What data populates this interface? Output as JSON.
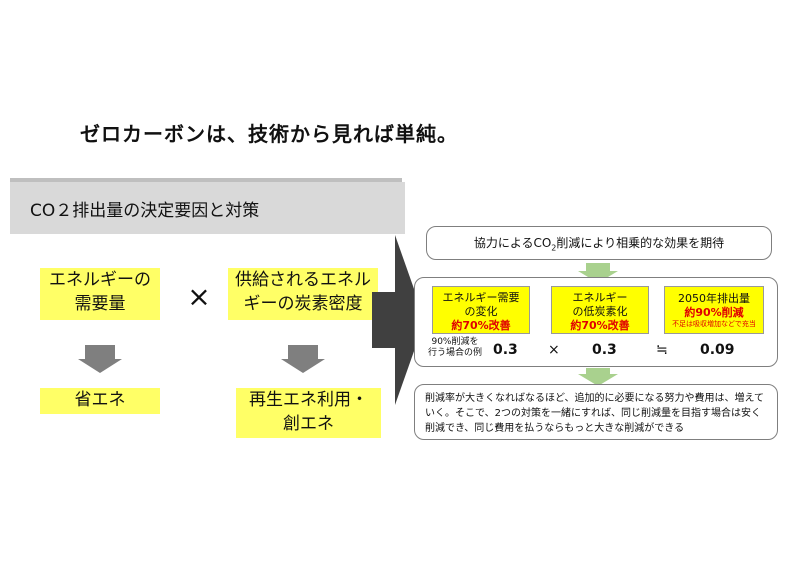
{
  "title": "ゼロカーボンは、技術から見れば単純。",
  "banner": "CO２排出量の決定要因と対策",
  "factors": {
    "left_box": "エネルギーの\n需要量",
    "times": "×",
    "right_box": "供給されるエネル\nギーの炭素密度"
  },
  "measures": {
    "left": "省エネ",
    "right": "再生エネ利用・\n創エネ"
  },
  "right_panel": {
    "top_text_pre": "協力によるCO",
    "top_text_sub": "2",
    "top_text_post": "削減により相乗的な効果を期待",
    "cells": [
      {
        "line1": "エネルギー需要",
        "line2": "の変化",
        "red": "約70%改善",
        "note": ""
      },
      {
        "line1": "エネルギー",
        "line2": "の低炭素化",
        "red": "約70%改善",
        "note": ""
      },
      {
        "line1": "2050年排出量",
        "line2": "",
        "red": "約90%削減",
        "note": "不足は吸収増加などで充当"
      }
    ],
    "example_label": "90%削減を\n行う場合の例",
    "values": [
      "0.3",
      "×",
      "0.3",
      "≒",
      "0.09"
    ],
    "bottom_text": "削減率が大きくなればなるほど、追加的に必要になる努力や費用は、増えていく。そこで、2つの対策を一緒にすれば、同じ削減量を目指す場合は安く削減でき、同じ費用を払うならもっと大きな削減ができる"
  }
}
